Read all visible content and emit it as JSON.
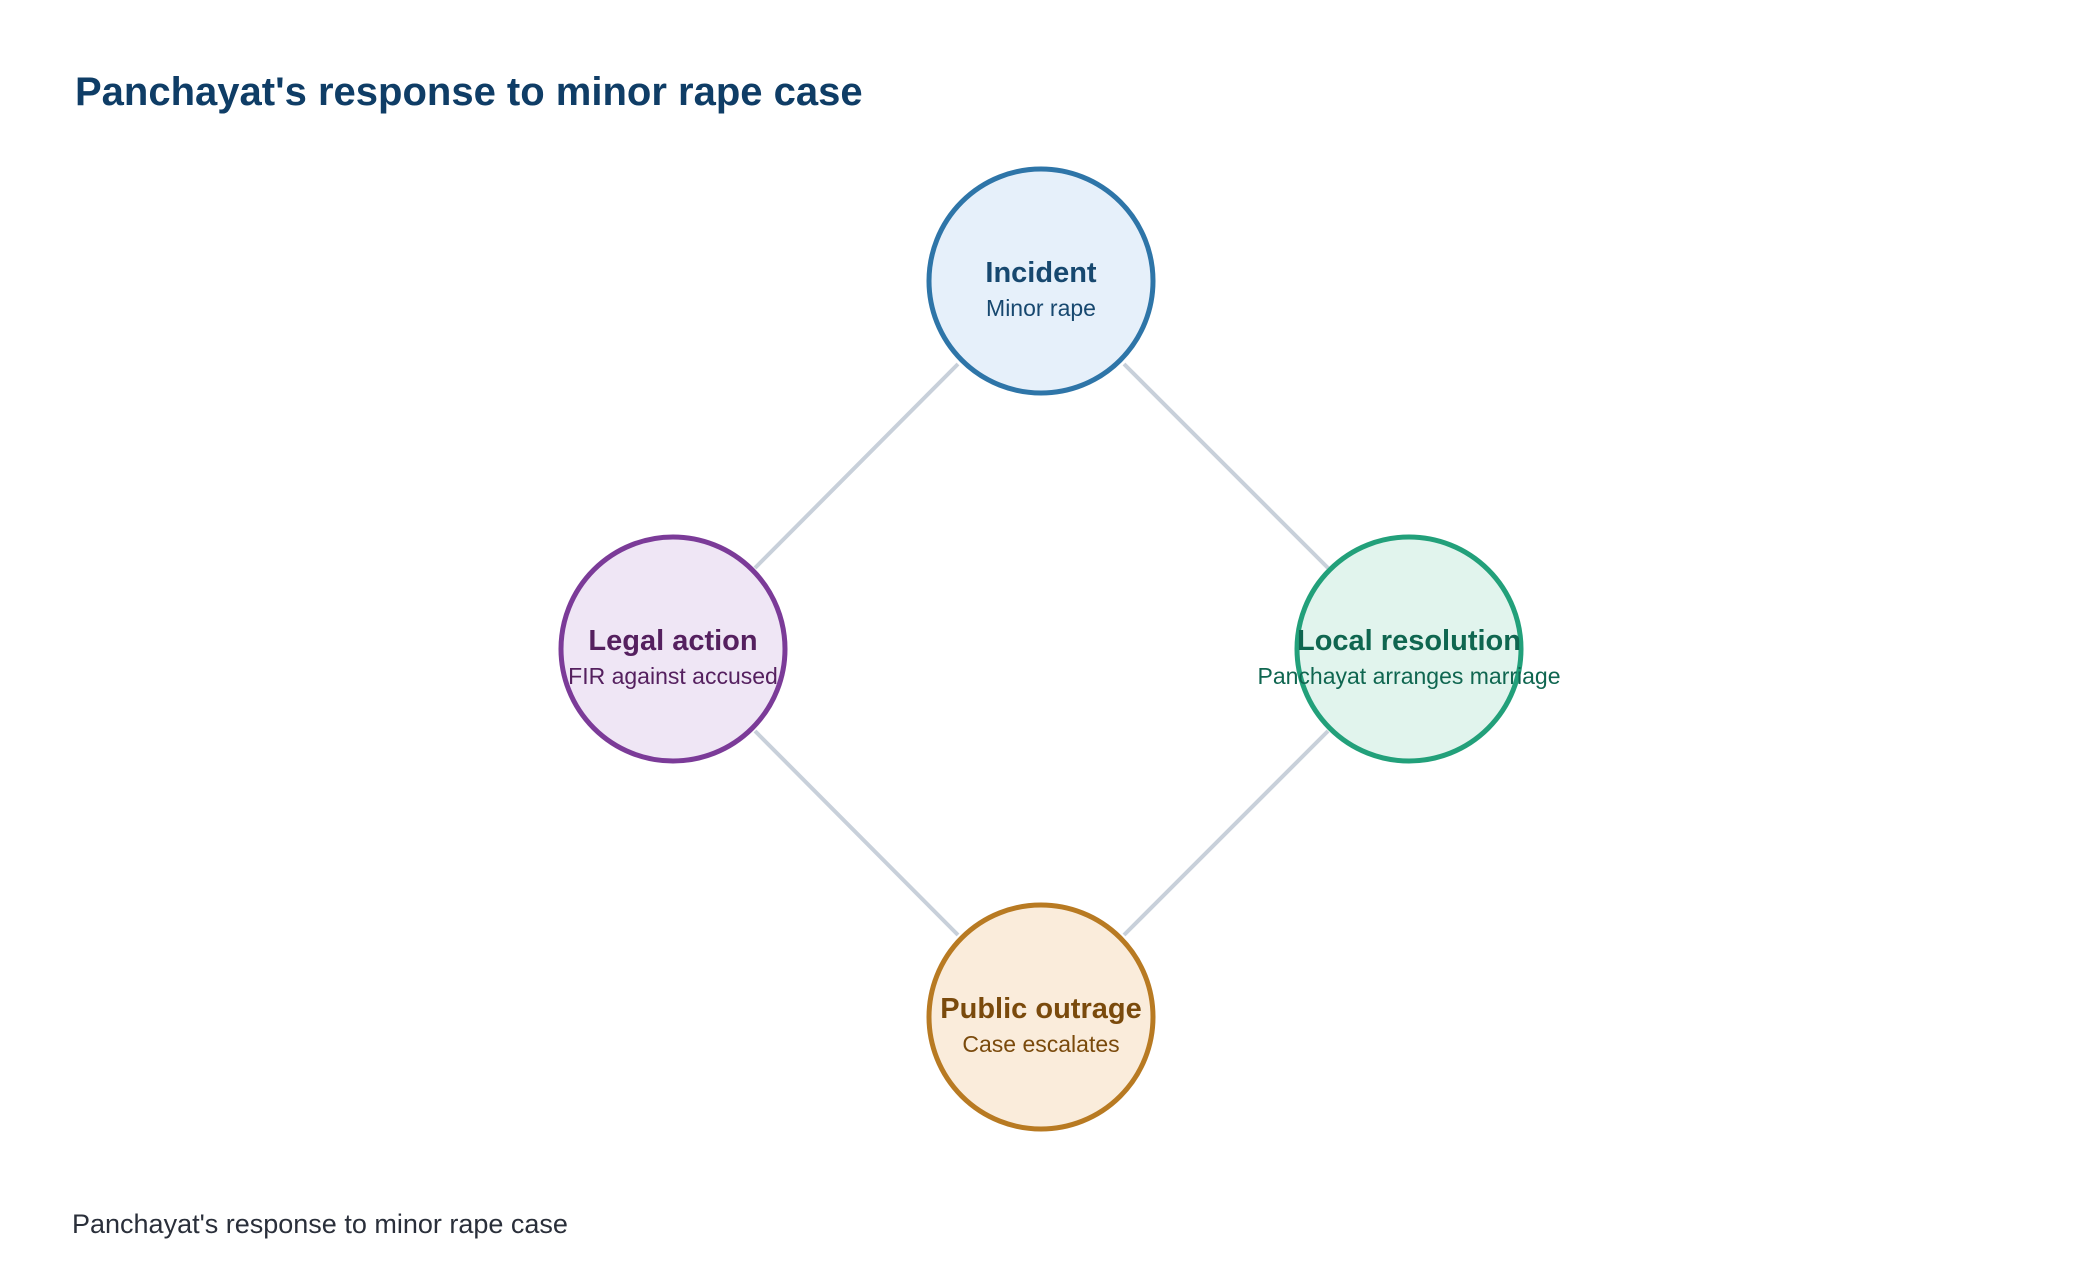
{
  "title": "Panchayat's response to minor rape case",
  "caption": "Panchayat's response to minor rape case",
  "edge_color": "#c8d0da",
  "nodes": {
    "incident": {
      "title": "Incident",
      "subtitle": "Minor rape",
      "stroke": "#2e75a8",
      "fill": "#e6f0fa",
      "text_color": "#17486f"
    },
    "legal": {
      "title": "Legal action",
      "subtitle": "FIR against accused",
      "stroke": "#7b3b98",
      "fill": "#efe6f5",
      "text_color": "#55205f"
    },
    "local": {
      "title": "Local resolution",
      "subtitle": "Panchayat arranges marriage",
      "stroke": "#22a07a",
      "fill": "#e1f4ed",
      "text_color": "#0f6650"
    },
    "outrage": {
      "title": "Public outrage",
      "subtitle": "Case escalates",
      "stroke": "#b87a22",
      "fill": "#faecdb",
      "text_color": "#7a4a0c"
    }
  },
  "edges": [
    [
      "incident",
      "legal"
    ],
    [
      "incident",
      "local"
    ],
    [
      "legal",
      "outrage"
    ],
    [
      "local",
      "outrage"
    ]
  ]
}
